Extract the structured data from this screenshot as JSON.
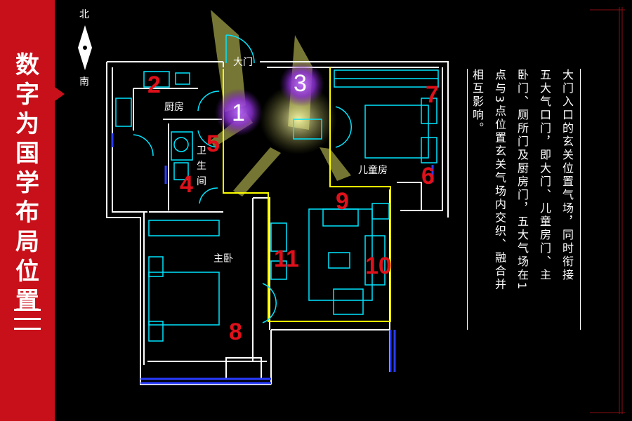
{
  "sidebar": {
    "title_chars": [
      "数",
      "字",
      "为",
      "国",
      "学",
      "布",
      "局",
      "位",
      "置"
    ],
    "accent": "#c8101a"
  },
  "compass": {
    "north": "北",
    "south": "南"
  },
  "rooms": {
    "front_door": "大门",
    "kitchen": "厨房",
    "bathroom_1": "卫",
    "bathroom_2": "生",
    "bathroom_3": "间",
    "kids_room": "儿童房",
    "master_bedroom": "主卧"
  },
  "markers": {
    "red": {
      "m2": "2",
      "m4": "4",
      "m5": "5",
      "m6": "6",
      "m7": "7",
      "m8": "8",
      "m9": "9",
      "m10": "10",
      "m11": "11"
    },
    "glow": {
      "m1": "1",
      "m3": "3"
    }
  },
  "description": {
    "columns": [
      "大门入口的玄关位置气场，同时衔接",
      "五大气口门，即大门、儿童房门、主",
      "卧门、厕所门及厨房门，五大气场在1",
      "点与3点位置玄关气场内交织、融合并",
      "相互影响。"
    ]
  },
  "colors": {
    "plan_line": "#ffffff",
    "cyan": "#00e5ff",
    "blue": "#1a2cff",
    "yellow": "#ffff00",
    "marker_red": "#e0101a",
    "glow_purple": "#9a3cd6"
  }
}
